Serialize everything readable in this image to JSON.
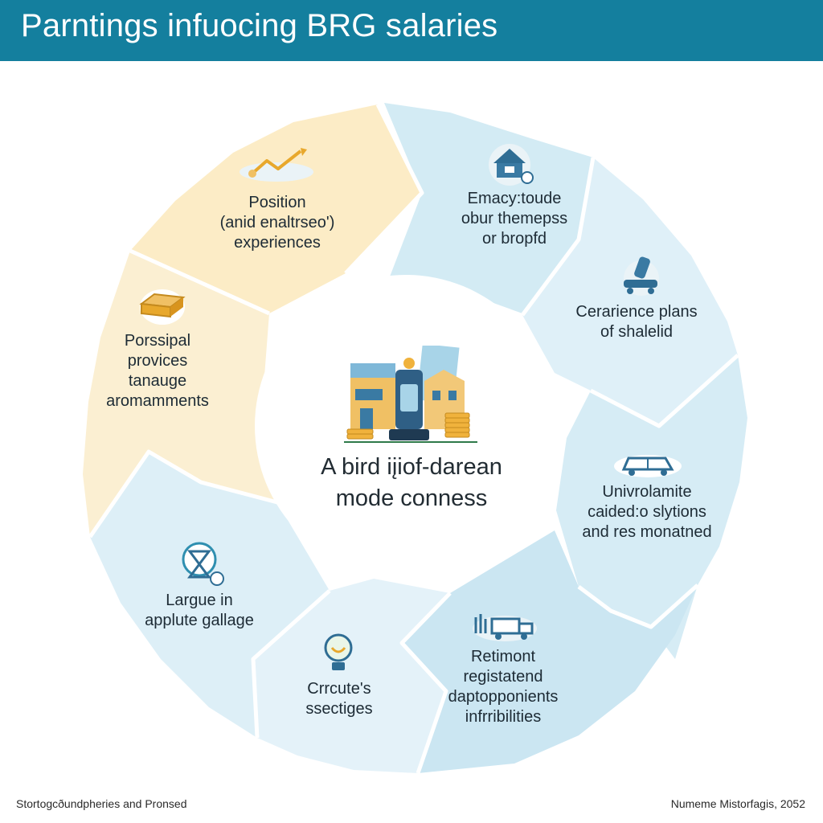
{
  "header": {
    "title": "Parntings infuocing BRG salaries",
    "bg_color": "#147f9e"
  },
  "center": {
    "label_line1": "A bird iįiof-darean",
    "label_line2": "mode conness",
    "icon": "buildings-and-coins-illustration"
  },
  "segments": [
    {
      "id": "position",
      "lines": [
        "Position",
        "(anid enaltrseo')",
        "experiences"
      ],
      "icon": "chart-trend-icon",
      "fill": "#fcecc6"
    },
    {
      "id": "emacy",
      "lines": [
        "Emacy:toude",
        "obur themepss",
        "or bropfd"
      ],
      "icon": "house-icon",
      "fill": "#d3ebf4"
    },
    {
      "id": "cerarience",
      "lines": [
        "Cerarience plans",
        "of shalelid"
      ],
      "icon": "robot-cart-icon",
      "fill": "#dff0f8"
    },
    {
      "id": "univrolamite",
      "lines": [
        "Univrolamite",
        "caided:o slytions",
        "and res monatned"
      ],
      "icon": "car-icon",
      "fill": "#d6ecf5"
    },
    {
      "id": "retimont",
      "lines": [
        "Retimont",
        "registatend",
        "daptopponients",
        "infrribilities"
      ],
      "icon": "factory-truck-icon",
      "fill": "#cbe6f2"
    },
    {
      "id": "crrcute",
      "lines": [
        "Crrcute's",
        "ssectiges"
      ],
      "icon": "lightbulb-icon",
      "fill": "#e4f2f9"
    },
    {
      "id": "largue",
      "lines": [
        "Largue in",
        "applute gallage"
      ],
      "icon": "hourglass-dollar-icon",
      "fill": "#ddeff7"
    },
    {
      "id": "porssipal",
      "lines": [
        "Porssipal",
        "provices",
        "tanauge",
        "aromamments"
      ],
      "icon": "money-stack-icon",
      "fill": "#fbefd2"
    }
  ],
  "footer": {
    "left": "Stortogcðundpheries and Pronsed",
    "right": "Numeme Mistorfagis, 2052"
  }
}
